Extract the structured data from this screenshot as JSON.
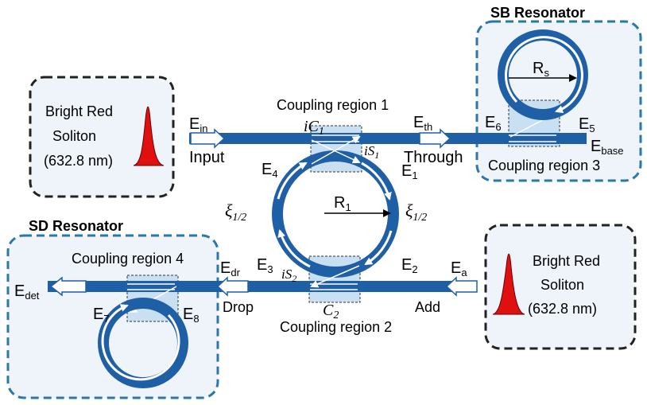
{
  "colors": {
    "waveguide": "#1f5fa6",
    "waveguide_light": "#4f8fd0",
    "sb_box_border": "#2a78a8",
    "source_box_border": "#222222",
    "box_fill": "#eef4fa",
    "soliton_red": "#e01010",
    "coupling_fill": "#c9dff2"
  },
  "icons": {
    "arrow_in": "white-block-arrow",
    "soliton": "gaussian-pulse-shape"
  },
  "source_left": {
    "line1": "Bright Red",
    "line2": "Soliton",
    "line3": "(632.8 nm)"
  },
  "source_right": {
    "line1": "Bright Red",
    "line2": "Soliton",
    "line3": "(632.8 nm)"
  },
  "sb_resonator": {
    "title": "SB Resonator",
    "radius_label_main": "R",
    "radius_label_sub": "s",
    "coupling_label": "Coupling region 3"
  },
  "sd_resonator": {
    "title": "SD Resonator",
    "coupling_label": "Coupling region 4"
  },
  "main_ring": {
    "radius_label_main": "R",
    "radius_label_sub": "1",
    "xi_left_main": "ξ",
    "xi_left_sub": "1/2",
    "xi_right_main": "ξ",
    "xi_right_sub": "1/2"
  },
  "coupling1": {
    "label": "Coupling region 1",
    "c_main": "iC",
    "c_sub": "1",
    "s_main": "iS",
    "s_sub": "1"
  },
  "coupling2": {
    "label": "Coupling region 2",
    "c_main": "C",
    "c_sub": "2",
    "s_main": "iS",
    "s_sub": "2"
  },
  "ports": {
    "input": "Input",
    "through": "Through",
    "drop": "Drop",
    "add": "Add"
  },
  "fields": {
    "ein_main": "E",
    "ein_sub": "in",
    "eth_main": "E",
    "eth_sub": "th",
    "ebase_main": "E",
    "ebase_sub": "base",
    "e1_main": "E",
    "e1_sub": "1",
    "e2_main": "E",
    "e2_sub": "2",
    "e3_main": "E",
    "e3_sub": "3",
    "e4_main": "E",
    "e4_sub": "4",
    "e5_main": "E",
    "e5_sub": "5",
    "e6_main": "E",
    "e6_sub": "6",
    "e7_main": "E",
    "e7_sub": "7",
    "e8_main": "E",
    "e8_sub": "8",
    "ea_main": "E",
    "ea_sub": "a",
    "edr_main": "E",
    "edr_sub": "dr",
    "edet_main": "E",
    "edet_sub": "det"
  }
}
